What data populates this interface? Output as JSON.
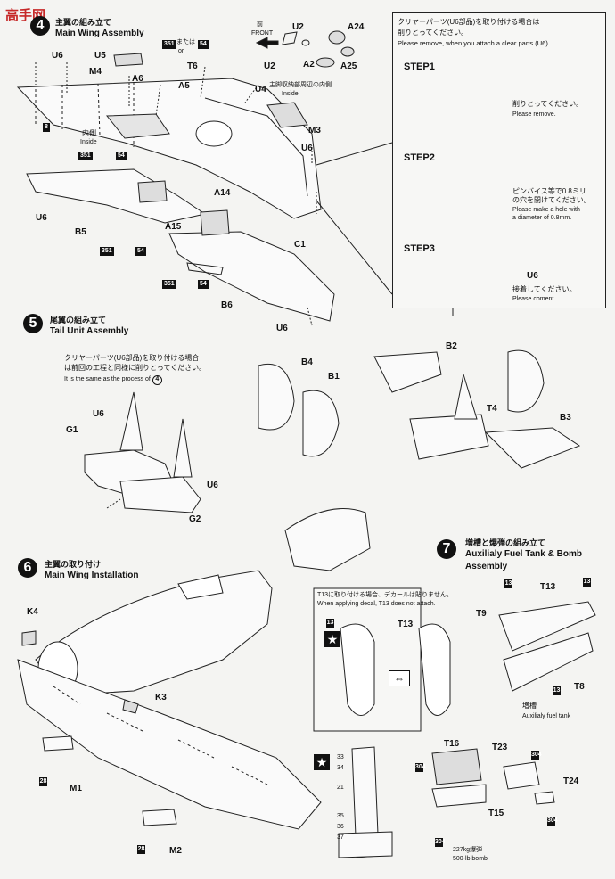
{
  "colors": {
    "ink": "#111111",
    "paper": "#f4f4f2",
    "panel": "#f7f7f5",
    "gray": "#cfcfcf"
  },
  "watermark": "高手网",
  "step4": {
    "number": "4",
    "title_jp": "主翼の組み立て",
    "title_en": "Main Wing Assembly",
    "parts": [
      "U6",
      "U5",
      "M4",
      "A6",
      "A5",
      "T6",
      "U2",
      "A24",
      "U2",
      "A2",
      "A25",
      "U4",
      "M3",
      "U6",
      "C1",
      "A14",
      "A15",
      "B5",
      "B6",
      "U6",
      "U6"
    ],
    "front_label_jp": "前",
    "front_label_en": "FRONT",
    "inside_label_jp": "内側",
    "inside_label_en": "Inside",
    "inside_long_jp": "主脚収納部周辺の内側",
    "inside_long_en": "Inside",
    "codes": [
      "351",
      "54",
      "8",
      "351",
      "54",
      "351",
      "54",
      "351",
      "54"
    ],
    "or_jp": "または",
    "or_en": "or",
    "callout_header_jp1": "クリヤーパーツ(U6部品)を取り付ける場合は",
    "callout_header_jp2": "削りとってください。",
    "callout_header_en": "Please remove, when you attach a clear parts (U6).",
    "step1_label": "STEP1",
    "step1_jp": "削りとってください。",
    "step1_en": "Please remove.",
    "step2_label": "STEP2",
    "step2_jp1": "ピンバイス等で0.8ミリ",
    "step2_jp2": "の穴を開けてください。",
    "step2_en1": "Please make a hole with",
    "step2_en2": "a diameter of 0.8mm.",
    "step3_label": "STEP3",
    "step3_part": "U6",
    "step3_jp": "接着してください。",
    "step3_en": "Please coment."
  },
  "step5": {
    "number": "5",
    "title_jp": "尾翼の組み立て",
    "title_en": "Tail Unit Assembly",
    "note_jp1": "クリヤーパーツ(U6部品)を取り付ける場合",
    "note_jp2": "は前回の工程と同様に削りとってください。",
    "note_en": "It is the same as the process of",
    "note_ref": "4",
    "parts": [
      "U6",
      "G1",
      "U6",
      "G2",
      "B4",
      "B1",
      "B2",
      "T4",
      "B3"
    ]
  },
  "step6": {
    "number": "6",
    "title_jp": "主翼の取り付け",
    "title_en": "Main Wing Installation",
    "parts": [
      "K4",
      "K3",
      "M1",
      "M2"
    ],
    "codes": [
      "28",
      "28"
    ]
  },
  "step7": {
    "number": "7",
    "title_jp": "増槽と爆弾の組み立て",
    "title_en1": "Auxilialy Fuel Tank & Bomb",
    "title_en2": "Assembly",
    "decal_note_jp": "T13に取り付ける場合、デカールは貼りません。",
    "decal_note_en": "When applying decal, T13 does not attach.",
    "decal_number": "13",
    "decal_part": "T13",
    "parts": [
      "T13",
      "T9",
      "T8"
    ],
    "codes": [
      "13",
      "13",
      "13"
    ],
    "tank_jp": "増槽",
    "tank_en": "Auxilialy fuel tank",
    "bomb_decals": [
      "33",
      "34",
      "21",
      "35",
      "36",
      "37"
    ],
    "bomb_parts": [
      "T16",
      "T23",
      "T24",
      "T15"
    ],
    "bomb_codes": [
      "304",
      "304",
      "304",
      "304"
    ],
    "bomb_jp": "227kg爆弾",
    "bomb_en": "500-lb bomb"
  }
}
